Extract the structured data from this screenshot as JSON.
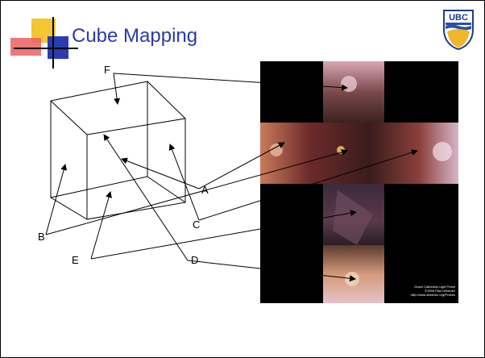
{
  "title": "Cube Mapping",
  "logo_text": "UBC",
  "labels": {
    "A": "A",
    "B": "B",
    "C": "C",
    "D": "D",
    "E": "E",
    "F": "F"
  },
  "credit": {
    "line1": "Grace Cathedral Light Probe",
    "line2": "©1999 Paul Debevec",
    "line3": "http://www.debevec.org/Probes"
  },
  "colors": {
    "title": "#2b3aa8",
    "accent_yellow": "#f4c431",
    "accent_red": "#e23a2a",
    "accent_blue": "#2a3cb0"
  }
}
